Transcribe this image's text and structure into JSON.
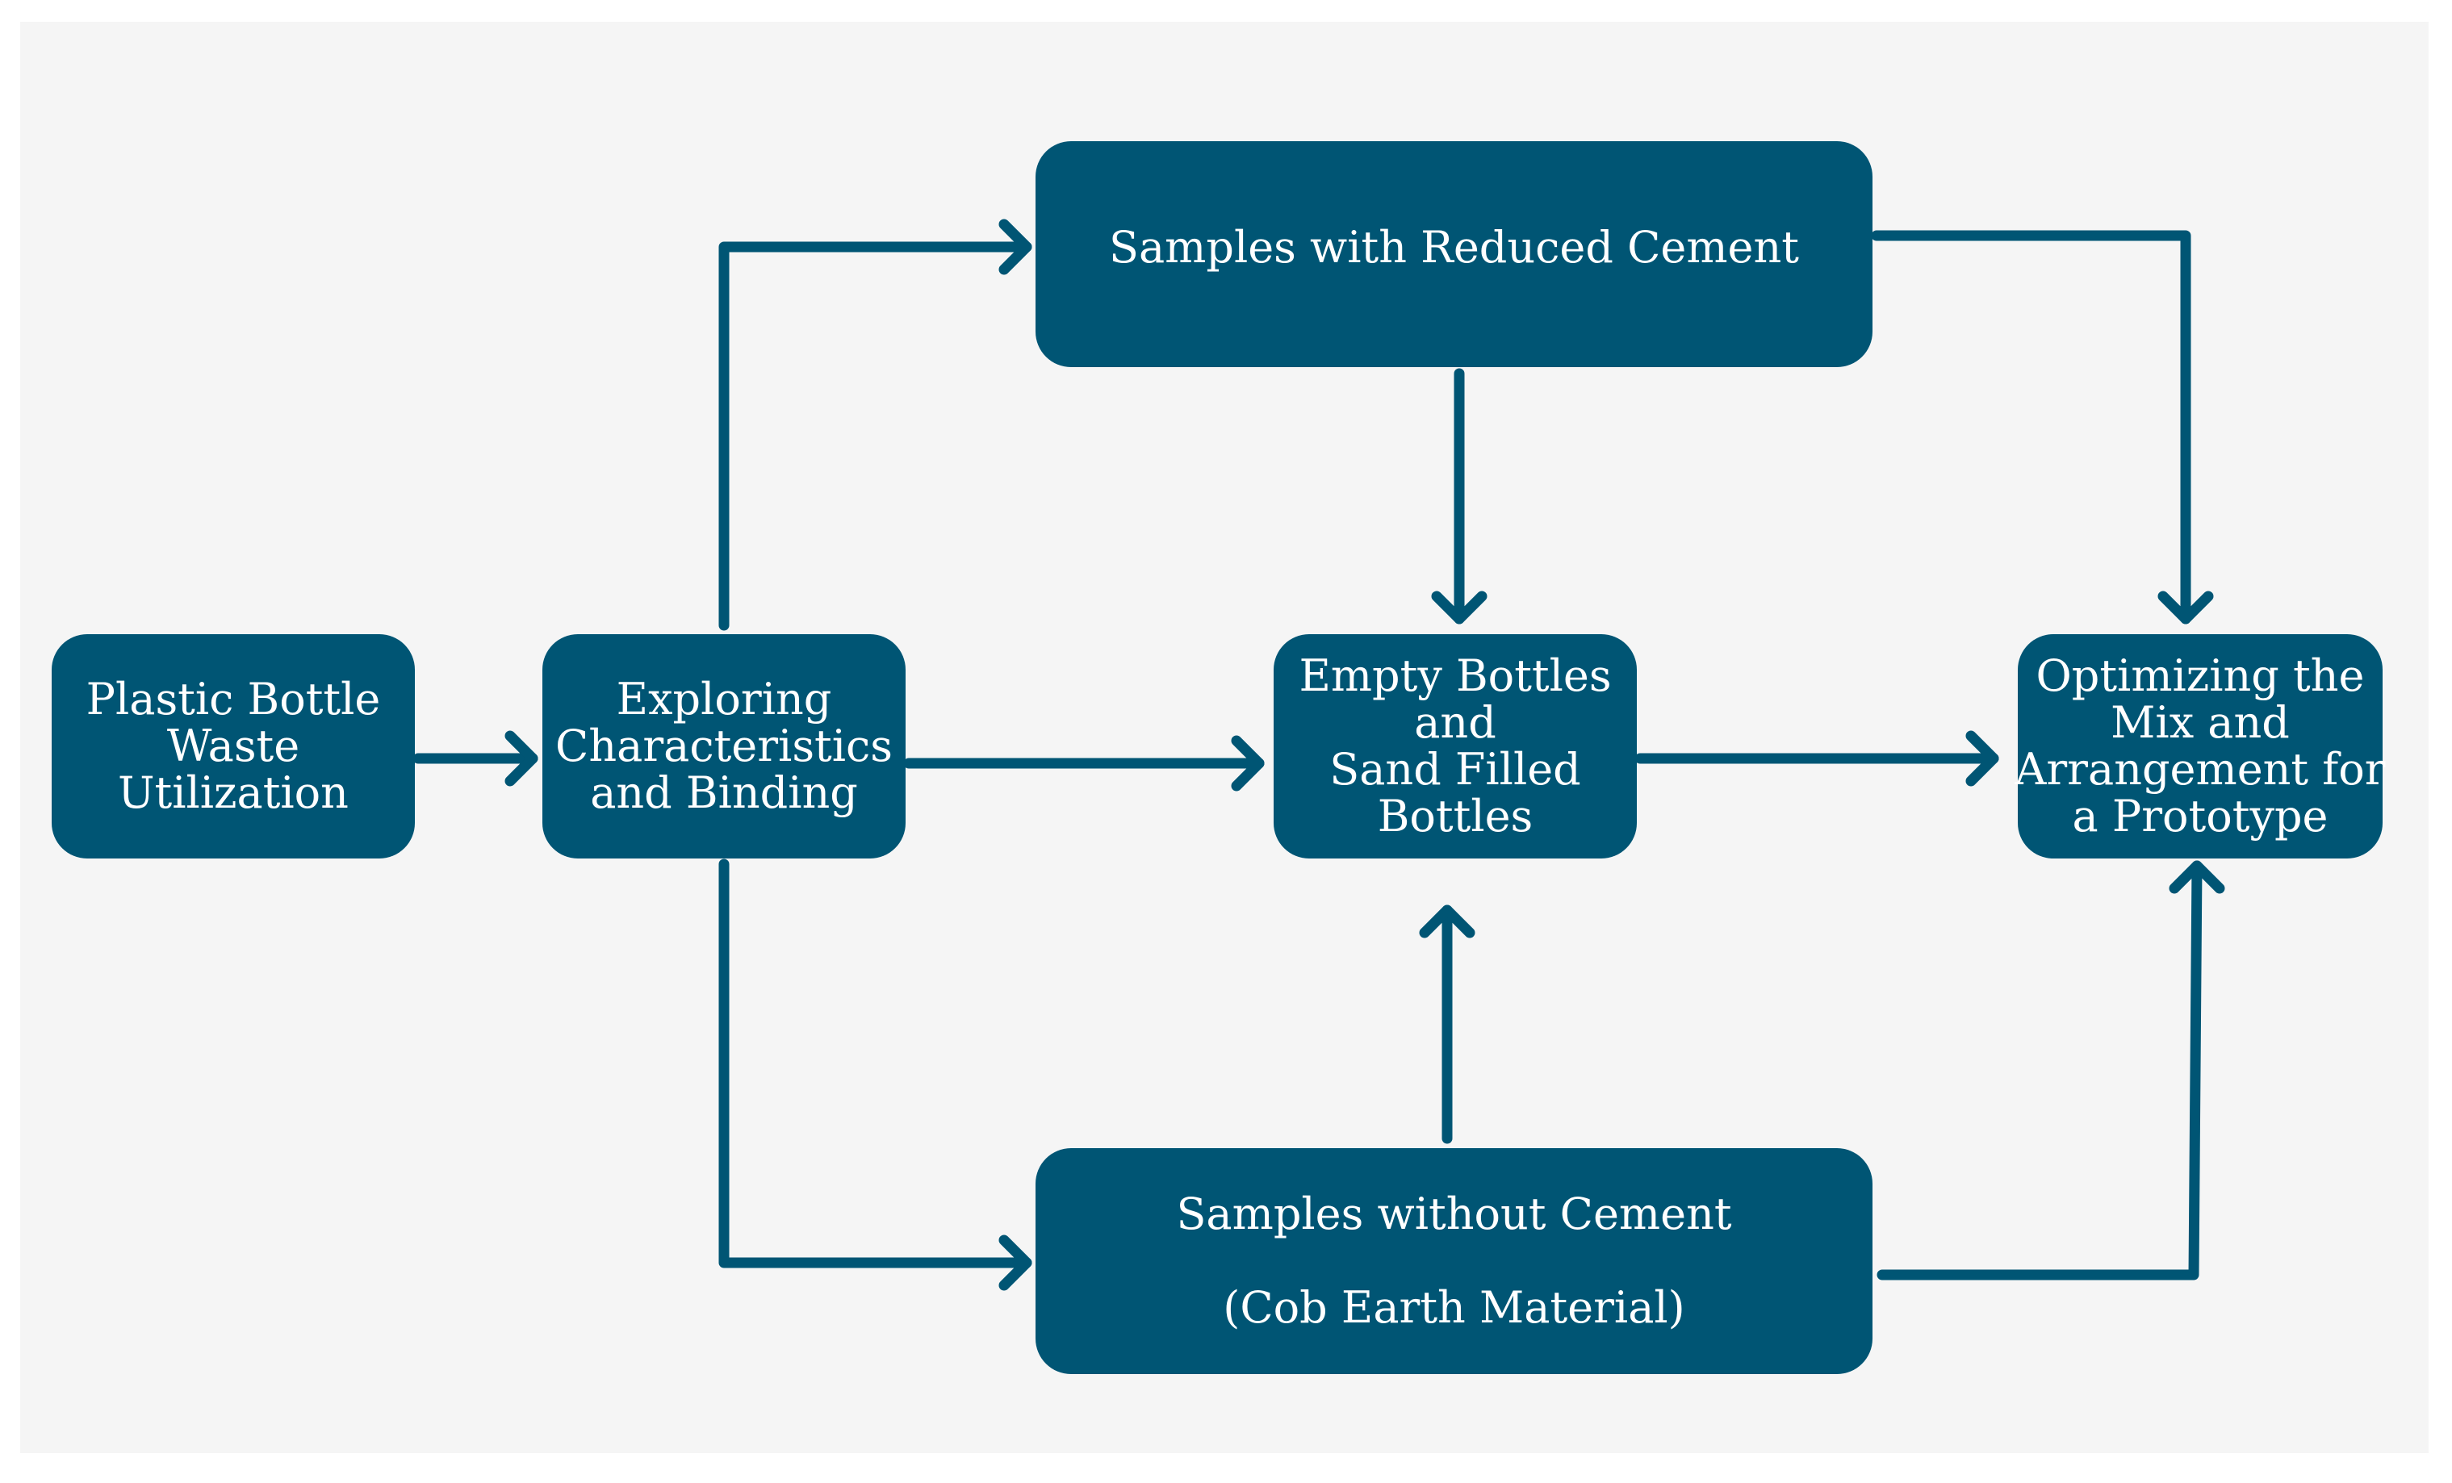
{
  "colors": {
    "node_fill": "#005574",
    "node_text": "#ffffff",
    "canvas_background": "#f5f5f5",
    "connector": "#005574"
  },
  "nodes": {
    "plastic_bottle": {
      "lines": [
        "Plastic Bottle",
        "Waste",
        "Utilization"
      ]
    },
    "exploring": {
      "lines": [
        "Exploring",
        "Characteristics",
        "and Binding"
      ]
    },
    "reduced_cement": {
      "lines": [
        "Samples with Reduced Cement"
      ]
    },
    "empty_bottles": {
      "lines": [
        "Empty Bottles",
        "and",
        "Sand Filled",
        "Bottles"
      ]
    },
    "without_cement": {
      "lines": [
        "Samples without Cement",
        "(Cob Earth Material)"
      ]
    },
    "optimizing": {
      "lines": [
        "Optimizing the",
        "Mix and",
        "Arrangement for",
        "a Prototype"
      ]
    }
  },
  "edges": [
    {
      "from": "plastic_bottle",
      "to": "exploring"
    },
    {
      "from": "exploring",
      "to": "reduced_cement"
    },
    {
      "from": "exploring",
      "to": "empty_bottles"
    },
    {
      "from": "exploring",
      "to": "without_cement"
    },
    {
      "from": "reduced_cement",
      "to": "empty_bottles"
    },
    {
      "from": "reduced_cement",
      "to": "optimizing"
    },
    {
      "from": "without_cement",
      "to": "empty_bottles"
    },
    {
      "from": "without_cement",
      "to": "optimizing"
    },
    {
      "from": "empty_bottles",
      "to": "optimizing"
    }
  ]
}
